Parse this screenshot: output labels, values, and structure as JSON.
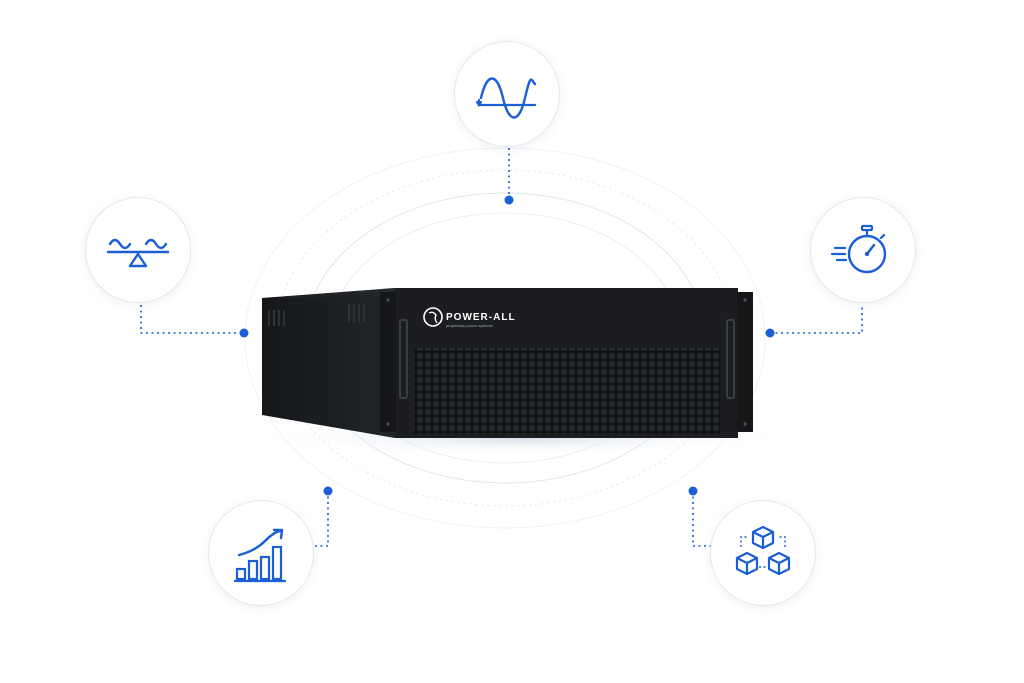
{
  "product": {
    "brand_name": "POWER-ALL",
    "tagline": "proprietary power systems"
  },
  "features": [
    {
      "id": "sine-wave",
      "icon": "sine-wave-icon"
    },
    {
      "id": "balance",
      "icon": "balance-scale-icon"
    },
    {
      "id": "stopwatch",
      "icon": "stopwatch-icon"
    },
    {
      "id": "growth",
      "icon": "bar-chart-growth-icon"
    },
    {
      "id": "modules",
      "icon": "cubes-modules-icon"
    }
  ],
  "colors": {
    "accent": "#1a5fd6",
    "circle_border": "#e3e7ee",
    "connector": "#1a5fd6",
    "chassis": "#1b1d20"
  }
}
